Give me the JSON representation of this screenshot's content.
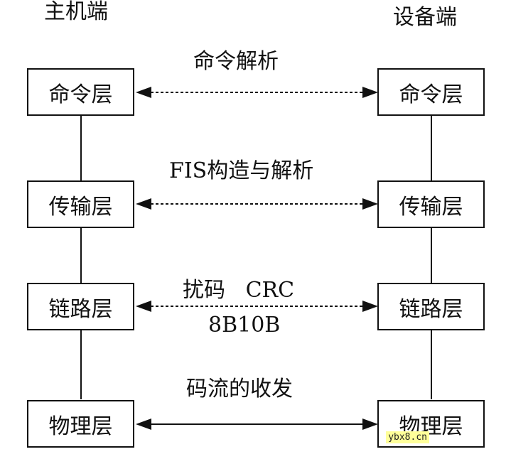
{
  "headers": {
    "host": "主机端",
    "device": "设备端"
  },
  "layers": [
    {
      "host": "命令层",
      "device": "命令层",
      "label": "命令解析",
      "label2": "",
      "link": "dashed"
    },
    {
      "host": "传输层",
      "device": "传输层",
      "label": "FIS构造与解析",
      "label2": "",
      "link": "dashed"
    },
    {
      "host": "链路层",
      "device": "链路层",
      "label": "扰码   CRC",
      "label2": "8B10B",
      "link": "dashed"
    },
    {
      "host": "物理层",
      "device": "物理层",
      "label": "码流的收发",
      "label2": "",
      "link": "solid"
    }
  ],
  "watermark": "ybx8.cn"
}
